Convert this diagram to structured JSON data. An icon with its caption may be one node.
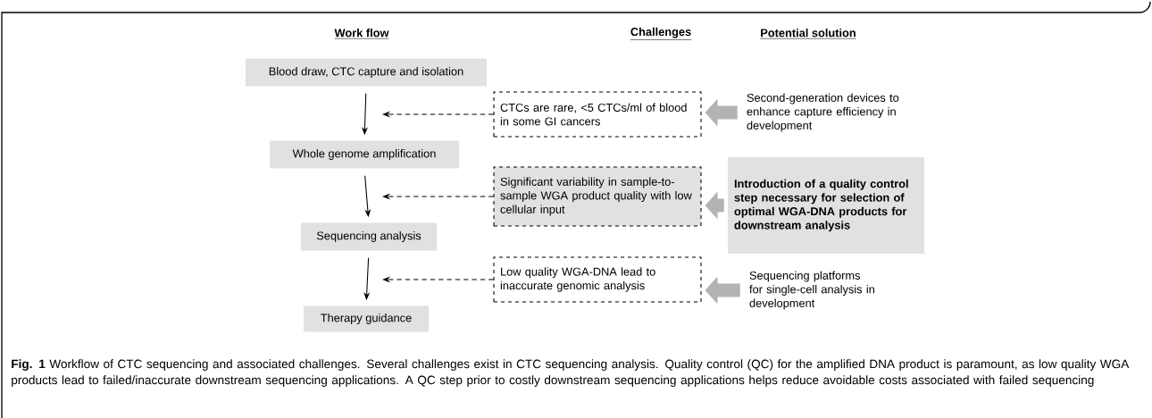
{
  "diagram": {
    "caption": "**Fig. 1** Workflow of CTC sequencing and associated challenges. Several challenges exist in CTC sequencing analysis. Quality control (QC) for the amplified DNA product is paramount, as low quality WGA products lead to failed/inaccurate downstream sequencing applications. A QC step prior to costly downstream sequencing applications helps reduce avoidable costs associated with failed sequencing",
    "nodes": [
      {
        "text": [
          "Blood draw, CTC capture and isolation"
        ]
      },
      {
        "text": [
          "Whole genome amplification"
        ]
      },
      {
        "text": [
          "Sequencing analysis"
        ]
      },
      {
        "text": [
          "Therapy guidance"
        ]
      },
      {
        "text": [
          "CTCs are rare,  <5 CTCs/ml of blood in some GI cancers"
        ]
      },
      {
        "text": [
          "Significant variability in sample-to-sample WGA product quality with low cellular input"
        ]
      },
      {
        "text": [
          "Low quality WGA-DNA lead to inaccurate genomic analysis"
        ]
      },
      {
        "text": [
          "Second-generation devices to enhance capture efficiency in development"
        ]
      },
      {
        "text": [
          "Introduction of a quality control step necessary for selection of optimal WGA-DNA products for downstream analysis"
        ]
      },
      {
        "text": [
          "Sequencing platforms for single-cell analysis in development"
        ]
      }
    ],
    "edges": [
      {
        "from": 0,
        "to": 1,
        "arrow": "to"
      },
      {
        "from": 1,
        "to": 2,
        "arrow": "to"
      },
      {
        "from": 2,
        "to": 3,
        "arrow": "to"
      },
      {
        "from": 4,
        "to": null,
        "arrow": "to",
        "style": "dashed"
      },
      {
        "from": 5,
        "to": null,
        "arrow": "to",
        "style": "dashed"
      },
      {
        "from": 6,
        "to": null,
        "arrow": "to",
        "style": "dashed"
      },
      {
        "from": 7,
        "to": 4,
        "arrow": "to",
        "style": "thick",
        "color": "#b3b3b3"
      },
      {
        "from": 8,
        "to": 5,
        "arrow": "to",
        "style": "thick",
        "color": "#b3b3b3"
      },
      {
        "from": 9,
        "to": 6,
        "arrow": "to",
        "style": "thick",
        "color": "#b3b3b3"
      }
    ],
    "labels": [
      "Work flow",
      "Challenges",
      "Potential solution"
    ]
  }
}
